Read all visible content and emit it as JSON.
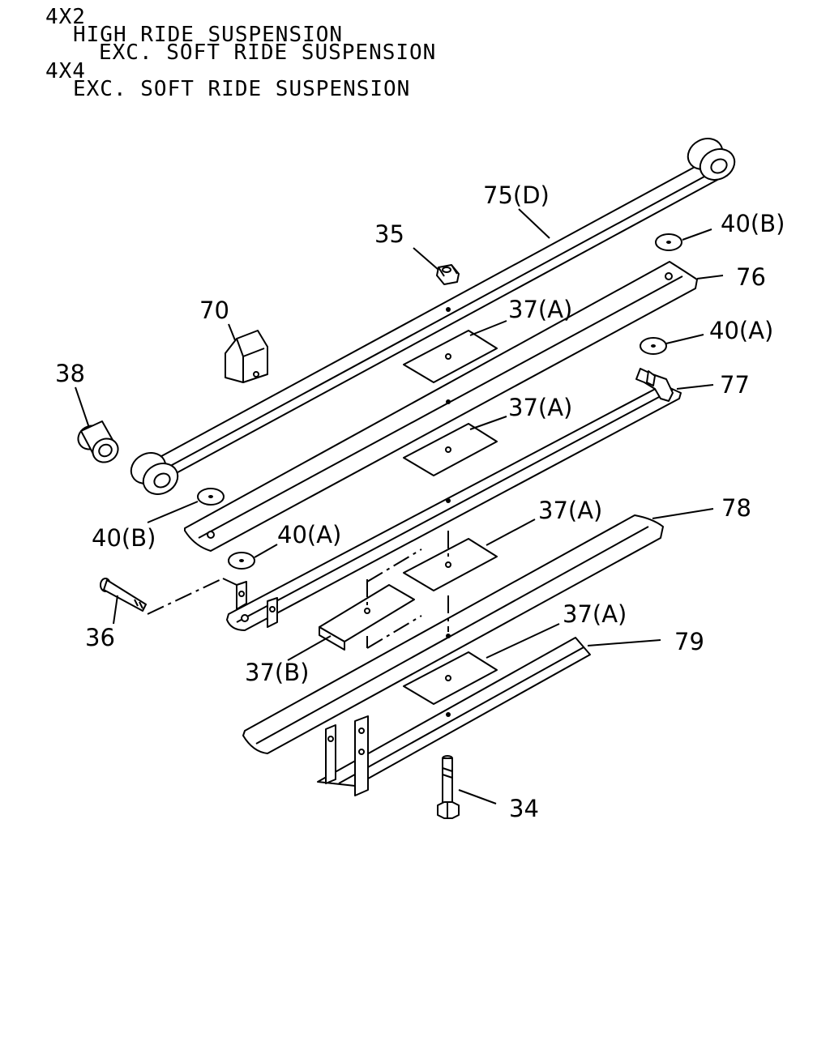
{
  "header": {
    "line1": "4X2",
    "line2": "HIGH RIDE SUSPENSION",
    "line3": "EXC. SOFT RIDE SUSPENSION",
    "line4": "4X4",
    "line5": "EXC. SOFT RIDE SUSPENSION"
  },
  "callouts": {
    "c75": "75(D)",
    "c35": "35",
    "c40b_top": "40(B)",
    "c76": "76",
    "c70": "70",
    "c37a_1": "37(A)",
    "c40a_top": "40(A)",
    "c38": "38",
    "c37a_2": "37(A)",
    "c77": "77",
    "c78": "78",
    "c37a_3": "37(A)",
    "c40b_bot": "40(B)",
    "c40a_bot": "40(A)",
    "c36": "36",
    "c37b": "37(B)",
    "c37a_4": "37(A)",
    "c79": "79",
    "c34": "34"
  }
}
